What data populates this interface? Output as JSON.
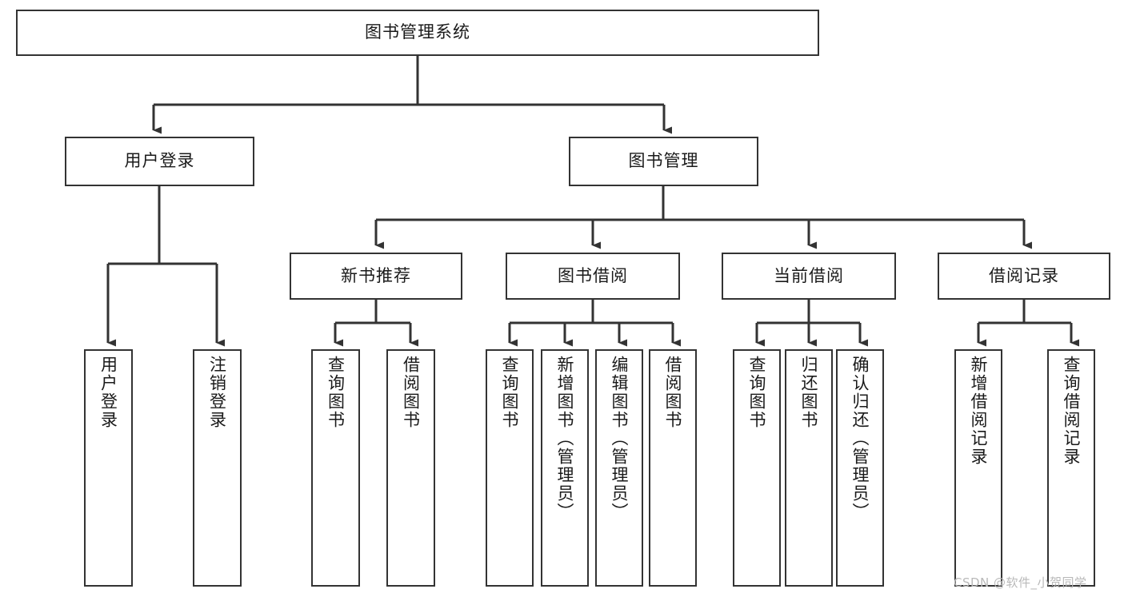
{
  "diagram": {
    "type": "hierarchy-flowchart",
    "root": {
      "id": "root",
      "label": "图书管理系统"
    },
    "level2": [
      {
        "id": "user-login",
        "label": "用户登录"
      },
      {
        "id": "book-manage",
        "label": "图书管理"
      }
    ],
    "level3": [
      {
        "id": "new-book-rec",
        "label": "新书推荐",
        "parent": "book-manage"
      },
      {
        "id": "book-borrow",
        "label": "图书借阅",
        "parent": "book-manage"
      },
      {
        "id": "current-borrow",
        "label": "当前借阅",
        "parent": "book-manage"
      },
      {
        "id": "borrow-record",
        "label": "借阅记录",
        "parent": "book-manage"
      }
    ],
    "leaves": [
      {
        "id": "leaf-user-login",
        "label": "用户登录",
        "parent": "user-login"
      },
      {
        "id": "leaf-user-logout",
        "label": "注销登录",
        "parent": "user-login"
      },
      {
        "id": "leaf-query-book-1",
        "label": "查询图书",
        "parent": "new-book-rec"
      },
      {
        "id": "leaf-borrow-book-1",
        "label": "借阅图书",
        "parent": "new-book-rec"
      },
      {
        "id": "leaf-query-book-2",
        "label": "查询图书",
        "parent": "book-borrow"
      },
      {
        "id": "leaf-add-book",
        "label": "新增图书（管理员）",
        "parent": "book-borrow"
      },
      {
        "id": "leaf-edit-book",
        "label": "编辑图书（管理员）",
        "parent": "book-borrow"
      },
      {
        "id": "leaf-borrow-book-2",
        "label": "借阅图书",
        "parent": "book-borrow"
      },
      {
        "id": "leaf-query-book-3",
        "label": "查询图书",
        "parent": "current-borrow"
      },
      {
        "id": "leaf-return-book",
        "label": "归还图书",
        "parent": "current-borrow"
      },
      {
        "id": "leaf-confirm-return",
        "label": "确认归还（管理员）",
        "parent": "current-borrow"
      },
      {
        "id": "leaf-add-record",
        "label": "新增借阅记录",
        "parent": "borrow-record"
      },
      {
        "id": "leaf-query-record",
        "label": "查询借阅记录",
        "parent": "borrow-record"
      }
    ]
  },
  "watermark": {
    "text": "CSDN @软件_小贺同学"
  },
  "colors": {
    "stroke": "#333333",
    "background": "#ffffff",
    "text": "#1a1a1a",
    "watermark": "#b9b9b9"
  }
}
